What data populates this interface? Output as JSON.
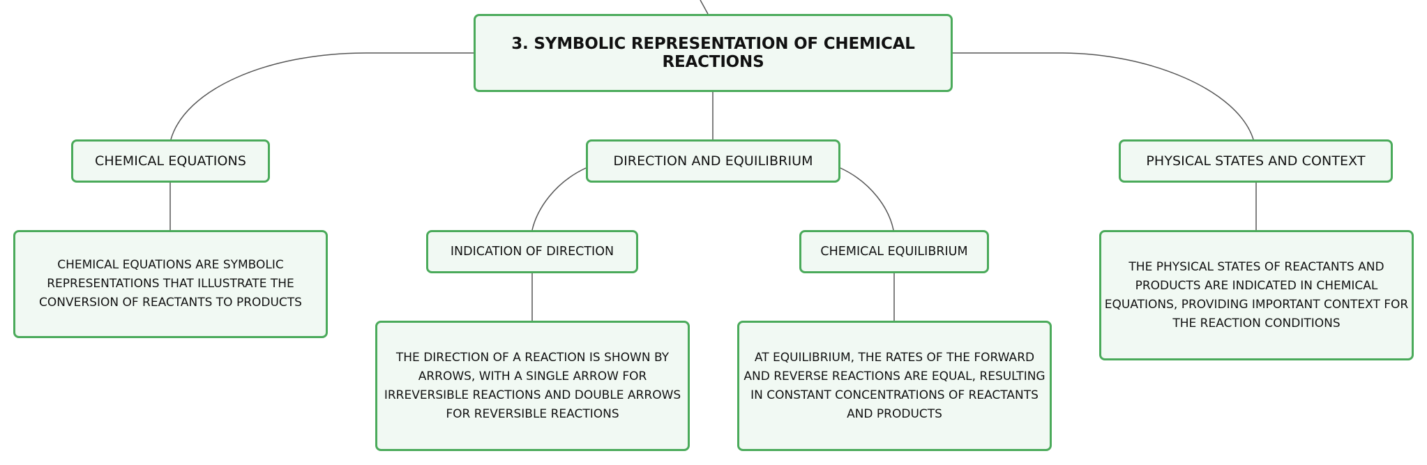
{
  "diagram": {
    "root": "3. SYMBOLIC REPRESENTATION OF CHEMICAL REACTIONS",
    "branches": {
      "chemical_equations": {
        "label": "CHEMICAL EQUATIONS",
        "detail": "CHEMICAL EQUATIONS ARE SYMBOLIC REPRESENTATIONS THAT ILLUSTRATE THE CONVERSION OF REACTANTS TO PRODUCTS"
      },
      "direction_equilibrium": {
        "label": "DIRECTION AND EQUILIBRIUM",
        "indication_of_direction": {
          "label": "INDICATION OF DIRECTION",
          "detail": "THE DIRECTION OF A REACTION IS SHOWN BY ARROWS, WITH A SINGLE ARROW FOR IRREVERSIBLE REACTIONS AND DOUBLE ARROWS FOR REVERSIBLE REACTIONS"
        },
        "chemical_equilibrium": {
          "label": "CHEMICAL EQUILIBRIUM",
          "detail": "AT EQUILIBRIUM, THE RATES OF THE FORWARD AND REVERSE REACTIONS ARE EQUAL, RESULTING IN CONSTANT CONCENTRATIONS OF REACTANTS AND PRODUCTS"
        }
      },
      "physical_states": {
        "label": "PHYSICAL STATES AND CONTEXT",
        "detail": "THE PHYSICAL STATES OF REACTANTS AND PRODUCTS ARE INDICATED IN CHEMICAL EQUATIONS, PROVIDING IMPORTANT CONTEXT FOR THE REACTION CONDITIONS"
      }
    }
  },
  "colors": {
    "node_border": "#4aaa5a",
    "node_fill": "#f1f9f3",
    "connector": "#555555",
    "text": "#111111"
  }
}
